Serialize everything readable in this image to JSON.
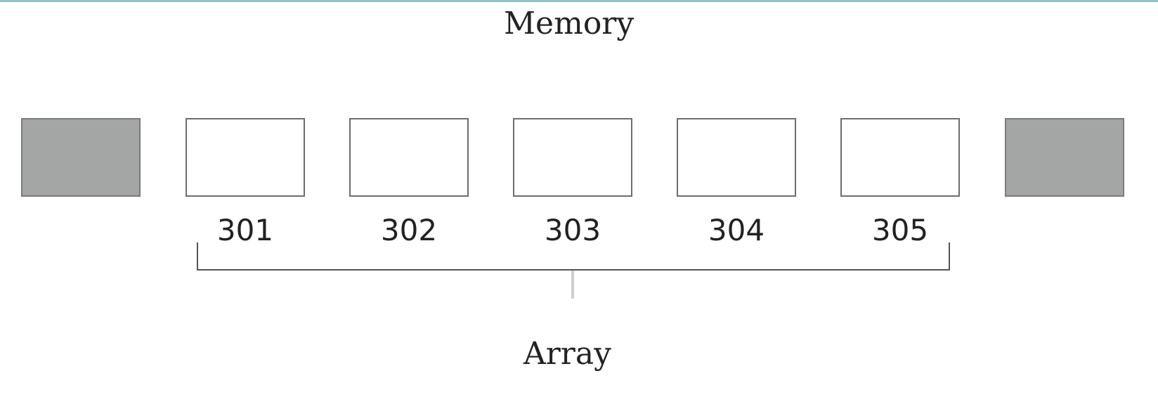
{
  "diagram": {
    "title": "Memory",
    "cells": [
      {
        "address": "",
        "filled": true
      },
      {
        "address": "301",
        "filled": false
      },
      {
        "address": "302",
        "filled": false
      },
      {
        "address": "303",
        "filled": false
      },
      {
        "address": "304",
        "filled": false
      },
      {
        "address": "305",
        "filled": false
      },
      {
        "address": "",
        "filled": true
      }
    ],
    "group_label": "Array",
    "colors": {
      "filled_cell": "#a4a6a5",
      "empty_cell": "#ffffff",
      "border": "#6d6d6d",
      "top_rule": "#8fc7c9"
    }
  }
}
